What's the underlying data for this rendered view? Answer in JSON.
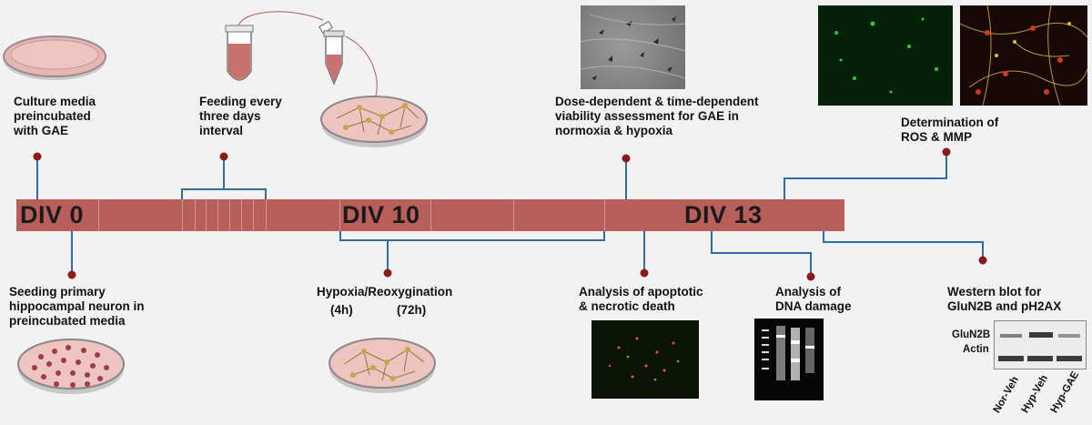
{
  "timeline": {
    "div0": "DIV 0",
    "div10": "DIV 10",
    "div13": "DIV 13"
  },
  "steps": {
    "culture_media": "Culture media\npreincubated\nwith GAE",
    "feeding": "Feeding every\nthree days\ninterval",
    "viability": "Dose-dependent & time-dependent\nviability assessment for GAE in\nnormoxia & hypoxia",
    "ros_mmp": "Determination of\nROS & MMP",
    "seeding": "Seeding primary\nhippocampal neuron in\npreincubated media",
    "hypoxia": "Hypoxia/Reoxygination",
    "hypoxia_4h": "(4h)",
    "hypoxia_72h": "(72h)",
    "apoptotic": "Analysis of apoptotic\n& necrotic death",
    "dna": "Analysis of\nDNA damage",
    "western": "Western blot for\nGluN2B and pH2AX"
  },
  "western_blot": {
    "rows": [
      "GluN2B",
      "Actin"
    ],
    "lanes": [
      "Nor-Veh",
      "Hyp-Veh",
      "Hyp-GAE"
    ]
  },
  "colors": {
    "bar": "#b85e5b",
    "connector": "#2e6ea8",
    "pin": "#8b1a1a",
    "dish": "#e8b5b2"
  }
}
